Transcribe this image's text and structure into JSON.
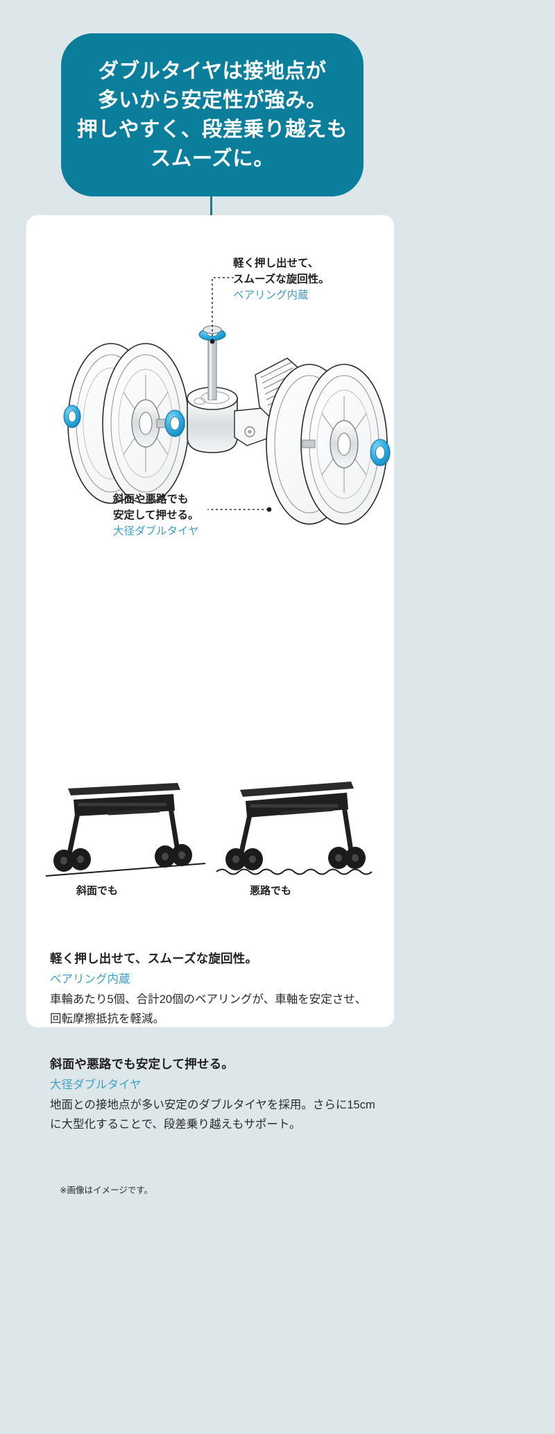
{
  "banner": {
    "lines": [
      "ダブルタイヤは接地点が",
      "多いから安定性が強み。",
      "押しやすく、段差乗り越えも",
      "スムーズに。"
    ],
    "background_color": "#0b7e9c",
    "text_color": "#ffffff"
  },
  "page": {
    "background_color": "#dde7ea",
    "card_background": "#ffffff",
    "accent_color": "#3f9fc4",
    "teal_color": "#0b7e9c",
    "ring_highlight_color": "#29a8dd"
  },
  "illustration": {
    "alt_name": "exploded-wheel-diagram",
    "callout_top": {
      "line1": "軽く押し出せて、",
      "line2": "スムーズな旋回性。",
      "sub": "ベアリング内蔵"
    },
    "callout_bottom": {
      "line1": "斜面や悪路でも",
      "line2": "安定して押せる。",
      "sub": "大径ダブルタイヤ"
    }
  },
  "photos": [
    {
      "name": "stroller-on-slope",
      "caption": "斜面でも"
    },
    {
      "name": "stroller-on-rough-road",
      "caption": "悪路でも"
    }
  ],
  "sections": [
    {
      "title": "軽く押し出せて、スムーズな旋回性。",
      "subtitle": "ベアリング内蔵",
      "body": "車輪あたり5個、合計20個のベアリングが、車軸を安定させ、回転摩擦抵抗を軽減。"
    },
    {
      "title": "斜面や悪路でも安定して押せる。",
      "subtitle": "大径ダブルタイヤ",
      "body": "地面との接地点が多い安定のダブルタイヤを採用。さらに15cmに大型化することで、段差乗り越えもサポート。"
    }
  ],
  "footnote": "※画像はイメージです。"
}
